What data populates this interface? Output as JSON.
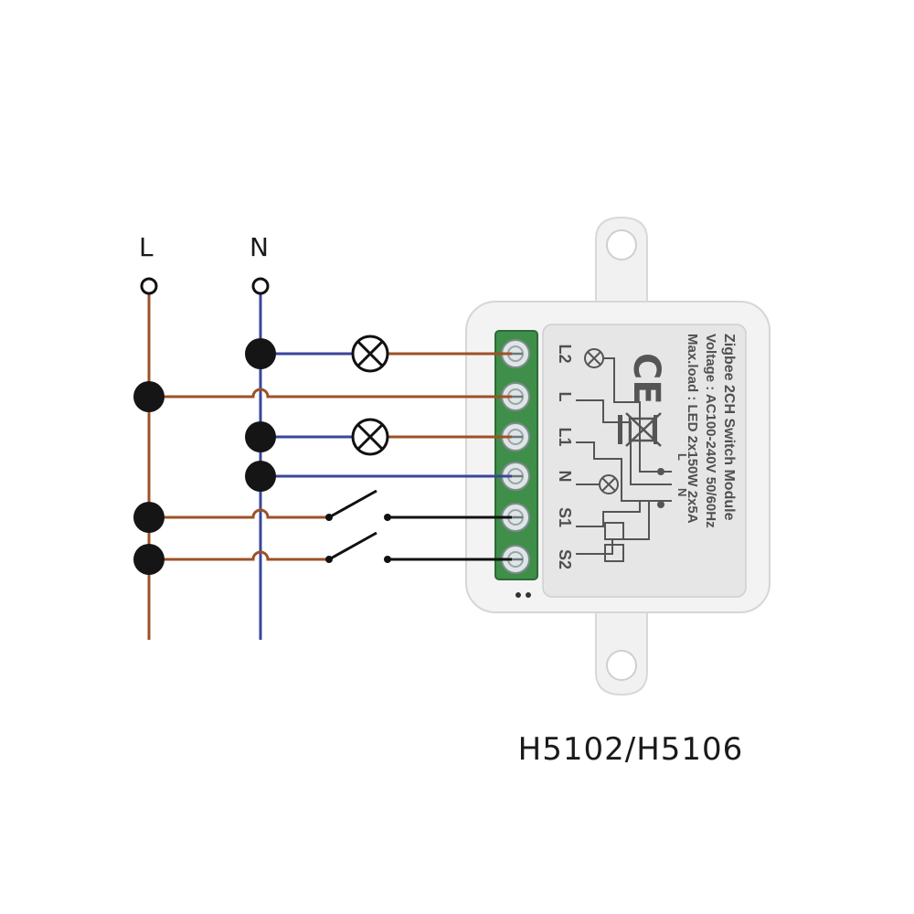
{
  "diagram": {
    "line_label": "L",
    "neutral_label": "N",
    "colors": {
      "live": "#9c5128",
      "neutral": "#3a4699",
      "switch": "#1a1a1a",
      "terminal": "#3f8f4a"
    }
  },
  "module": {
    "title": "Zigbee 2CH Switch Module",
    "voltage": "Voltage : AC100-240V 50/60Hz",
    "max_load": "Max.load : LED 2x150W  2x5A",
    "terminal_labels": [
      "L2",
      "L",
      "L1",
      "N",
      "S1",
      "S2"
    ],
    "inner_labels": [
      "L",
      "N"
    ],
    "icons": [
      "ce-mark-icon",
      "weee-bin-icon",
      "lamp-icon"
    ]
  },
  "model_number": "H5102/H5106"
}
